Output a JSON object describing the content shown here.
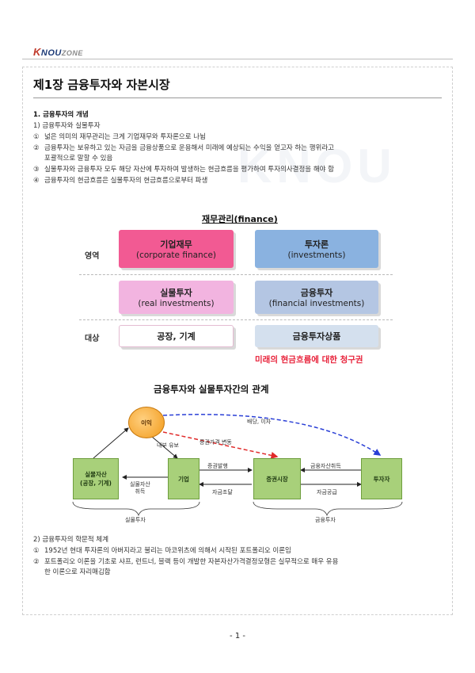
{
  "header": {
    "logo_k": "K",
    "logo_rest": "NOU",
    "logo_zone": "ZONE"
  },
  "title": "제1장 금융투자와 자본시장",
  "section1": {
    "heading": "1. 금융투자의 개념",
    "sub1": "1) 금융투자와 실물투자",
    "items": [
      {
        "num": "①",
        "text": "넓은 의미의 재무관리는 크게 기업재무와 투자론으로 나뉨"
      },
      {
        "num": "②",
        "text": "금융투자는 보유하고 있는 자금을 금융상품으로 운용해서 미래에 예상되는 수익을 얻고자 하는 행위라고",
        "cont": "포괄적으로 말할 수 있음"
      },
      {
        "num": "③",
        "text": "실물투자와 금융투자 모두 해당 자산에 투자하여 발생하는 현금흐름을 평가하여 투자의사결정을 해야 함"
      },
      {
        "num": "④",
        "text": "금융투자의 현금흐름은 실물투자의 현금흐름으로부터 파생"
      }
    ]
  },
  "diagram1": {
    "title": "재무관리(finance)",
    "row_label_area": "영역",
    "row_label_target": "대상",
    "corp_l1": "기업재무",
    "corp_l2": "(corporate finance)",
    "inv_l1": "투자론",
    "inv_l2": "(investments)",
    "real_l1": "실물투자",
    "real_l2": "(real investments)",
    "fin_l1": "금융투자",
    "fin_l2": "(financial investments)",
    "factory": "공장, 기계",
    "products": "금융투자상품",
    "claim": "미래의 현금흐름에 대한 청구권"
  },
  "diagram2": {
    "title": "금융투자와 실물투자간의 관계",
    "profit": "이익",
    "dividend": "배당, 이자",
    "retained": "내부 유보",
    "price_change": "증권가격 변동",
    "real_asset_l1": "실물자산",
    "real_asset_l2": "(공장, 기계)",
    "firm": "기업",
    "sec_market": "증권시장",
    "investor": "투자자",
    "issue": "증권발행",
    "raise": "자금조달",
    "buy_sec": "금융자산취득",
    "supply": "자금공급",
    "acq_l1": "실물자산",
    "acq_l2": "취득",
    "real_inv": "실물투자",
    "fin_inv": "금융투자"
  },
  "section2": {
    "sub2": "2) 금융투자의 학문적 체계",
    "items": [
      {
        "num": "①",
        "text": "1952년 현대 투자론의 아버지라고 불리는 마코위츠에 의해서 시작된 포트폴리오 이론임"
      },
      {
        "num": "②",
        "text": "포트폴리오 이론을 기초로 샤프, 런트너, 블랙 등이 개발한 자본자산가격결정모형은 실무적으로 매우 유용",
        "cont": "한 이론으로 자리매김함"
      }
    ]
  },
  "footer": {
    "page": "- 1 -"
  }
}
